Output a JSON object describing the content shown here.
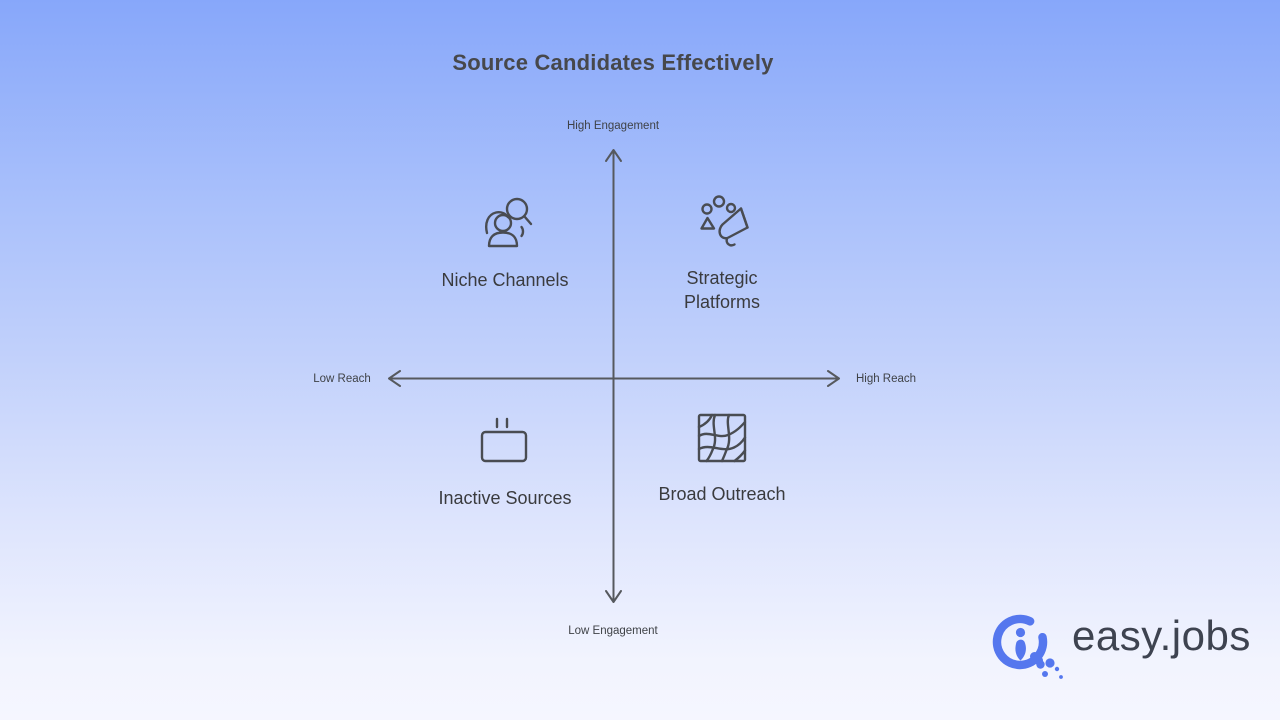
{
  "title": "Source Candidates Effectively",
  "axes": {
    "top_label": "High Engagement",
    "bottom_label": "Low Engagement",
    "left_label": "Low Reach",
    "right_label": "High Reach"
  },
  "quadrants": [
    {
      "position": "top-left",
      "label": "Niche Channels",
      "icon": "people-search-icon"
    },
    {
      "position": "top-right",
      "label": "Strategic Platforms",
      "icon": "megaphone-confetti-icon"
    },
    {
      "position": "bottom-left",
      "label": "Inactive Sources",
      "icon": "inactive-box-icon"
    },
    {
      "position": "bottom-right",
      "label": "Broad Outreach",
      "icon": "network-globe-icon"
    }
  ],
  "brand": {
    "logo_text": "easy.jobs",
    "logo_icon": "magnifier-person-icon"
  },
  "colors": {
    "background_top": "#87a7fa",
    "background_bottom": "#f5f6ff",
    "title_text": "#47484b",
    "label_text": "#3a3b3e",
    "axis_line": "#56595e",
    "icon_stroke": "#494c52",
    "brand_blue": "#5577ee",
    "brand_text": "#3e4350"
  }
}
